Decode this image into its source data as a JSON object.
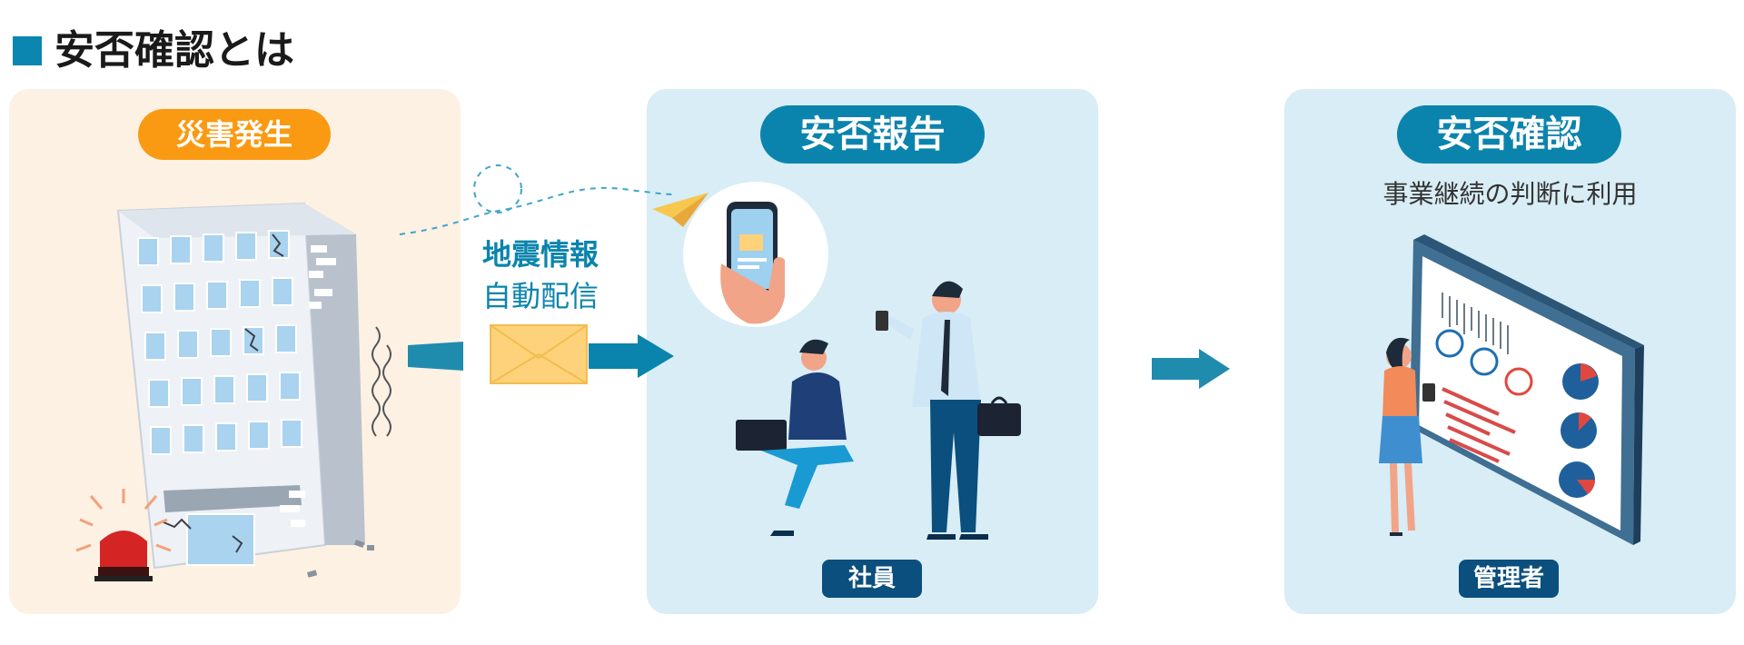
{
  "header": {
    "title": "安否確認とは"
  },
  "panels": {
    "disaster": {
      "label": "災害発生"
    },
    "report": {
      "label": "安否報告",
      "role": "社員"
    },
    "confirm": {
      "label": "安否確認",
      "subtitle": "事業継続の判断に利用",
      "role": "管理者"
    }
  },
  "delivery": {
    "line1": "地震情報",
    "line2": "自動配信"
  },
  "colors": {
    "accent": "#0b84ad",
    "orange": "#f99a12",
    "panel_warm": "#fdf1e3",
    "panel_cool": "#d8edf5",
    "badge": "#0a4f7d"
  }
}
